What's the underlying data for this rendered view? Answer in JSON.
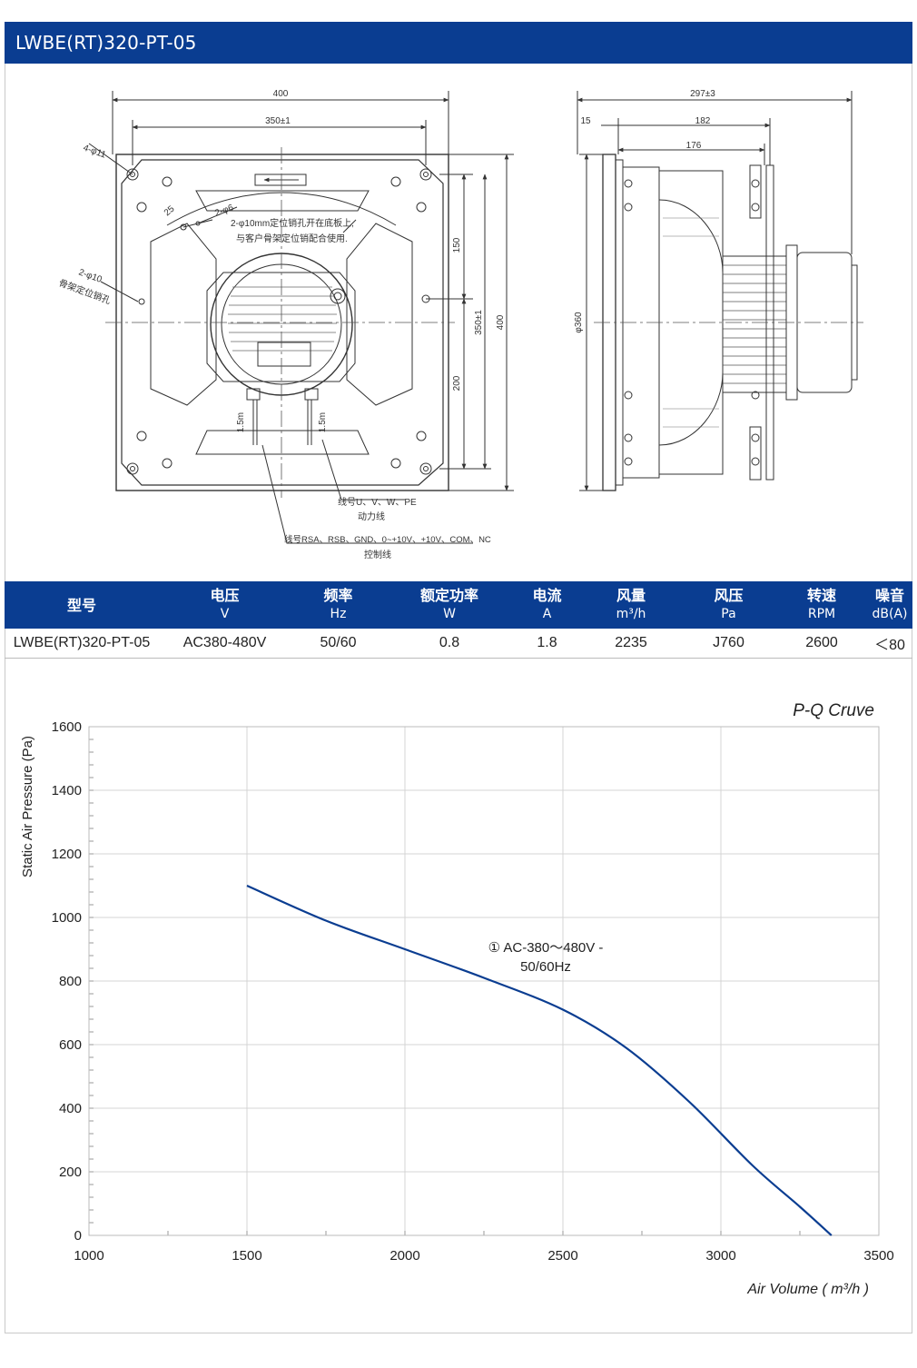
{
  "header": {
    "title": "LWBE(RT)320-PT-05"
  },
  "drawing": {
    "front": {
      "dim_400_top": "400",
      "dim_350_top": "350±1",
      "dim_150": "150",
      "dim_350_right": "350±1",
      "dim_400_right": "400",
      "dim_200": "200",
      "label_4_11": "4-φ11",
      "label_25": "25",
      "label_2_6": "2-φ6",
      "label_2_10": "2-φ10",
      "label_2_10_sub": "骨架定位销孔",
      "note_line1": "2-φ10mm定位销孔开在底板上,",
      "note_line2": "与客户骨架定位销配合使用.",
      "dim_15a": "1.5m",
      "dim_15b": "1.5m",
      "power_line_label": "线号U、V、W、PE",
      "power_line_sub": "动力线",
      "control_line_label": "线号RSA、RSB、GND、0~+10V、+10V、COM、NC",
      "control_line_sub": "控制线"
    },
    "side": {
      "dim_297": "297±3",
      "dim_15": "15",
      "dim_182": "182",
      "dim_176": "176",
      "dim_360": "φ360"
    }
  },
  "table": {
    "headers": [
      {
        "name": "型号",
        "unit": ""
      },
      {
        "name": "电压",
        "unit": "V"
      },
      {
        "name": "频率",
        "unit": "Hz"
      },
      {
        "name": "额定功率",
        "unit": "W"
      },
      {
        "name": "电流",
        "unit": "A"
      },
      {
        "name": "风量",
        "unit": "m³/h"
      },
      {
        "name": "风压",
        "unit": "Pa"
      },
      {
        "name": "转速",
        "unit": "RPM"
      },
      {
        "name": "噪音",
        "unit": "dB(A)"
      }
    ],
    "row": [
      "LWBE(RT)320-PT-05",
      "AC380-480V",
      "50/60",
      "0.8",
      "1.8",
      "2235",
      "J760",
      "2600",
      "＜80"
    ]
  },
  "chart_data": {
    "type": "line",
    "title": "P-Q Cruve",
    "xlabel": "Air Volume ( m³/h )",
    "ylabel": "Static Air Pressure  (Pa)",
    "xlim": [
      1000,
      3500
    ],
    "ylim": [
      0,
      1600
    ],
    "x_ticks": [
      "1000",
      "1500",
      "2000",
      "2500",
      "3000",
      "3500"
    ],
    "y_ticks": [
      "0",
      "200",
      "400",
      "600",
      "800",
      "1000",
      "1200",
      "1400",
      "1600"
    ],
    "grid": true,
    "series": [
      {
        "name": "① AC-380～480V - 50/60Hz",
        "label_line1": "① AC-380～480V -",
        "label_line2": "50/60Hz",
        "x": [
          1500,
          1750,
          2000,
          2250,
          2500,
          2700,
          2900,
          3100,
          3250,
          3350
        ],
        "y": [
          1100,
          990,
          900,
          810,
          710,
          590,
          420,
          220,
          90,
          0
        ],
        "color": "#0a3d91"
      }
    ]
  }
}
